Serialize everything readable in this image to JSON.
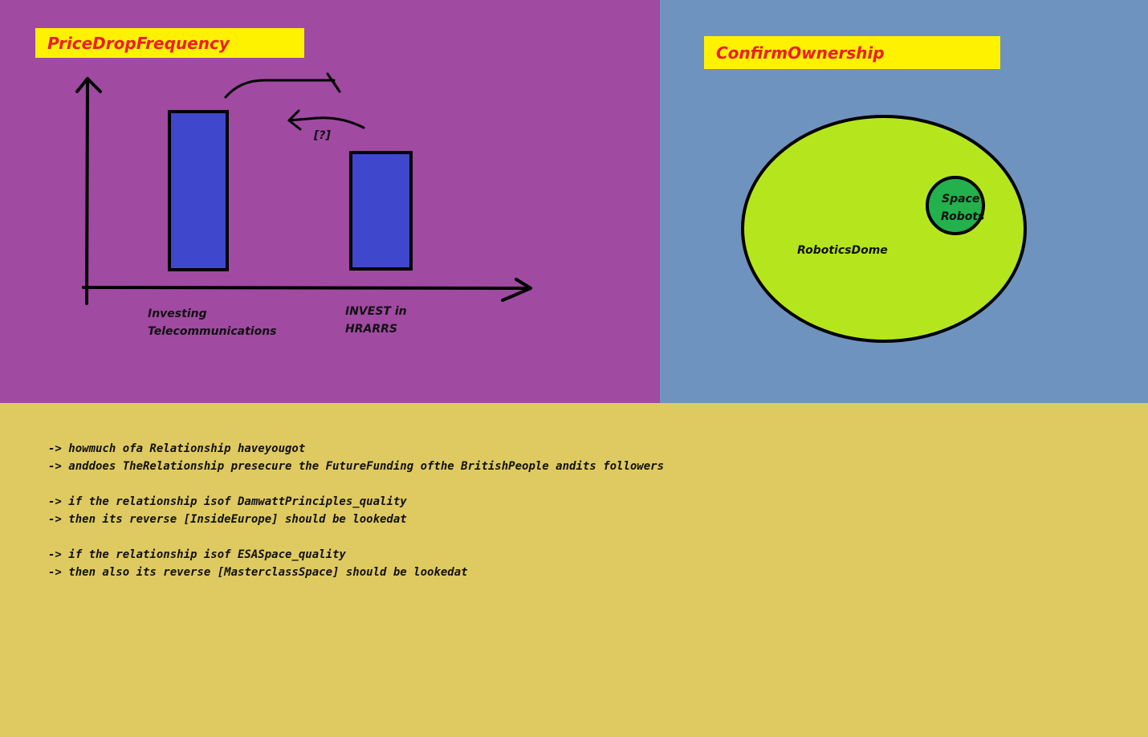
{
  "left": {
    "title": "PriceDropFrequency",
    "question": "[?]",
    "bar1_label_1": "Investing",
    "bar1_label_2": "Telecommunications",
    "bar2_label_1": "INVEST in",
    "bar2_label_2": "HRARRS"
  },
  "right": {
    "title": "ConfirmOwnership",
    "big_circle_label": "RoboticsDome",
    "small_circle_label_1": "Space",
    "small_circle_label_2": "Robots"
  },
  "notes": [
    "-> howmuch ofa Relationship haveyougot",
    "-> anddoes TheRelationship presecure the FutureFunding ofthe BritishPeople andits followers",
    "",
    "-> if the relationship isof DamwattPrinciples_quality",
    "-> then its reverse [InsideEurope] should be lookedat",
    "",
    "-> if the relationship isof ESASpace_quality",
    "-> then also its reverse [MasterclassSpace] should be lookedat"
  ],
  "colors": {
    "left_bg": "#a04aa2",
    "right_bg": "#6f93bf",
    "bottom_bg": "#dfca62",
    "title_bg": "#fff200",
    "title_text": "#ee1c24",
    "bar_fill": "#3f48cc",
    "big_circle": "#b5e61d",
    "small_circle": "#22b14c"
  }
}
